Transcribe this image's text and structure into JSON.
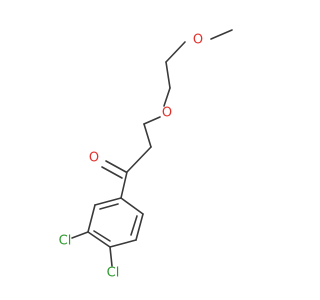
{
  "molecule": {
    "atoms": [
      {
        "label": "O",
        "role": "ether-oxygen-terminal",
        "color": "#e0322c"
      },
      {
        "label": "O",
        "role": "ether-oxygen-middle",
        "color": "#e0322c"
      },
      {
        "label": "O",
        "role": "ketone-oxygen",
        "color": "#e0322c"
      },
      {
        "label": "Cl",
        "role": "chlorine-3",
        "color": "#2e9a2e"
      },
      {
        "label": "Cl",
        "role": "chlorine-4",
        "color": "#2e9a2e"
      }
    ],
    "bond_color": "#3a3a3a"
  }
}
